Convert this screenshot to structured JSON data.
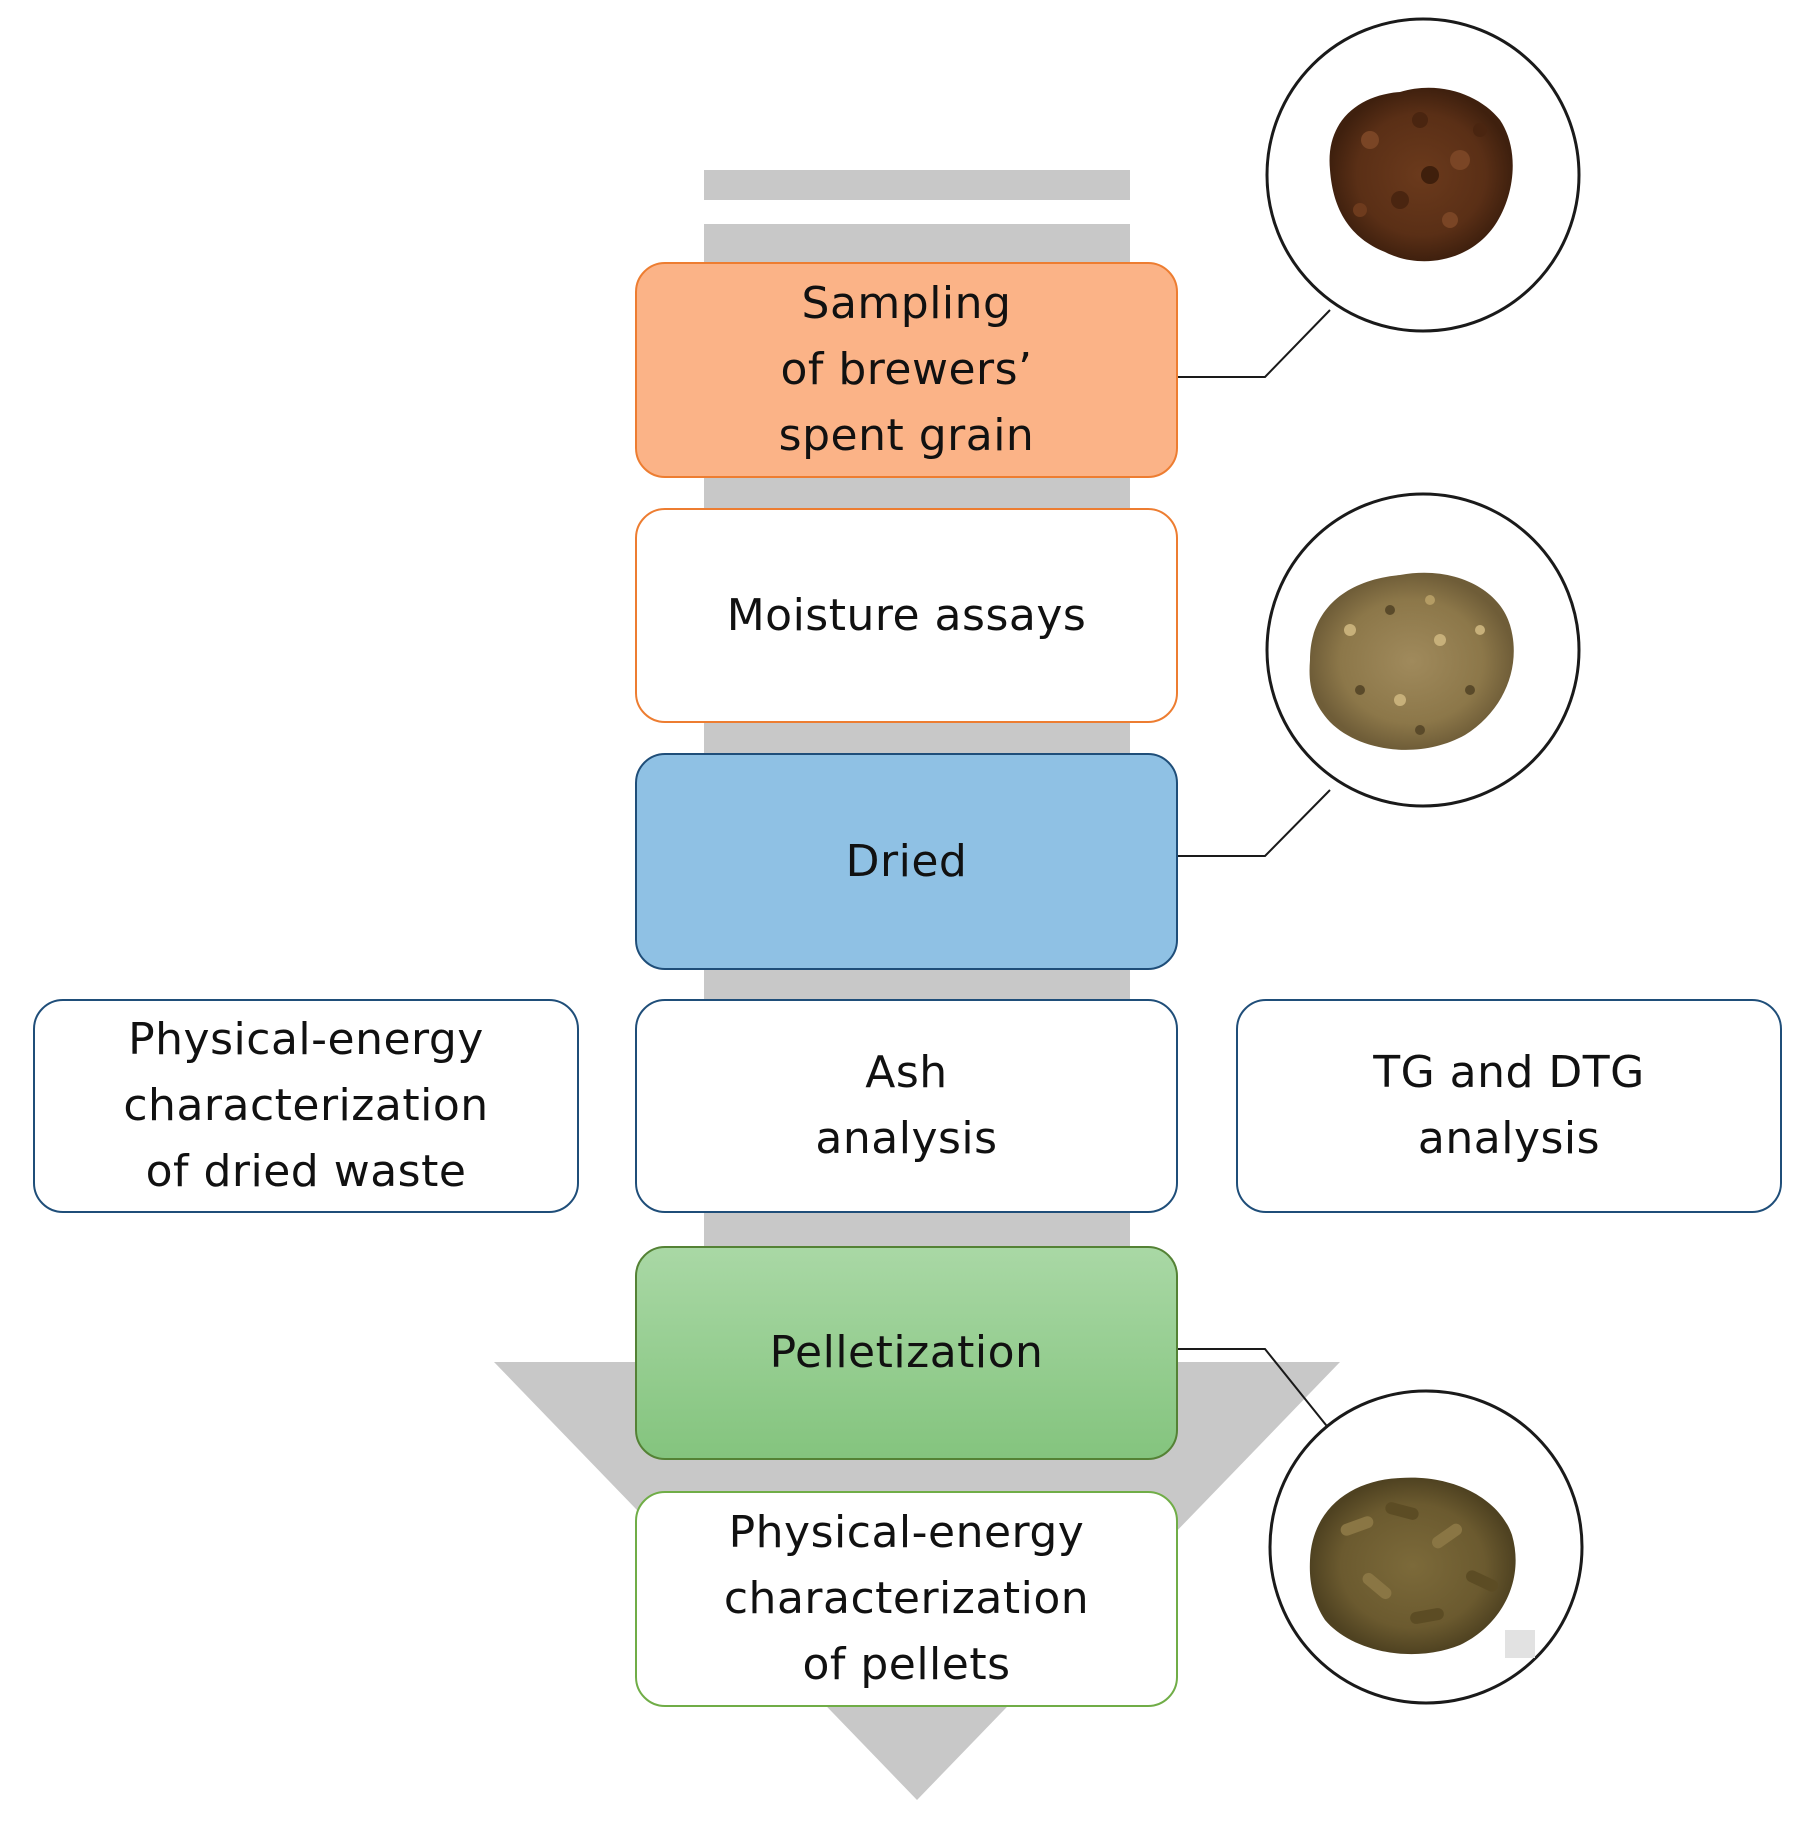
{
  "steps": {
    "sampling": "Sampling\nof brewers’\nspent grain",
    "moisture": "Moisture assays",
    "dried": "Dried",
    "ash": "Ash\nanalysis",
    "physical_dried": "Physical-energy\ncharacterization\nof dried waste",
    "tg_dtg": "TG and DTG\nanalysis",
    "pelletization": "Pelletization",
    "physical_pellets": "Physical-energy\ncharacterization\nof pellets"
  },
  "sample_images": {
    "wet_grain": "wet-spent-grain-photo",
    "dried_grain": "dried-spent-grain-photo",
    "pellets": "pellets-photo"
  },
  "colors": {
    "arrow_gray": "#c8c8c8",
    "orange_fill": "#fbb387",
    "orange_border": "#ed7d31",
    "blue_fill": "#8fc1e4",
    "blue_border": "#1f4e79",
    "green_fill": "#84c47e",
    "green_border": "#548235"
  }
}
